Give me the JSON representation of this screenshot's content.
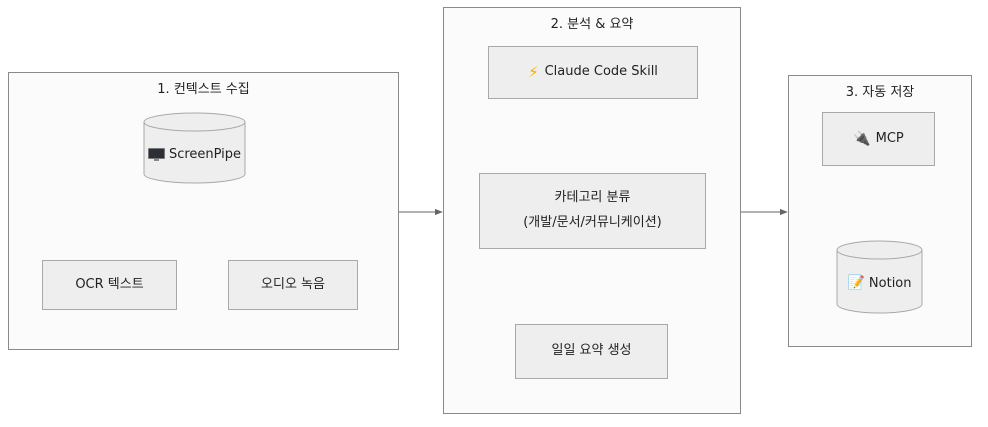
{
  "groups": {
    "context": {
      "title": "1. 컨텍스트 수집"
    },
    "analysis": {
      "title": "2. 분석 & 요약"
    },
    "storage": {
      "title": "3. 자동 저장"
    }
  },
  "nodes": {
    "screenpipe": {
      "label": "ScreenPipe",
      "icon": "monitor-icon"
    },
    "ocr_text": {
      "label": "OCR 텍스트"
    },
    "audio_recording": {
      "label": "오디오 녹음"
    },
    "claude_skill": {
      "label": "Claude Code Skill",
      "icon": "lightning-icon"
    },
    "category": {
      "line1": "카테고리 분류",
      "line2": "(개발/문서/커뮤니케이션)"
    },
    "daily_summary": {
      "label": "일일 요약 생성"
    },
    "mcp": {
      "label": "MCP",
      "icon": "plug-icon"
    },
    "notion": {
      "label": "Notion",
      "icon": "memo-icon"
    }
  },
  "colors": {
    "group_border": "#8a8a8a",
    "node_fill": "#eeeeee",
    "node_border": "#a8a8a8",
    "edge": "#666666",
    "bolt": "#f2b200"
  }
}
